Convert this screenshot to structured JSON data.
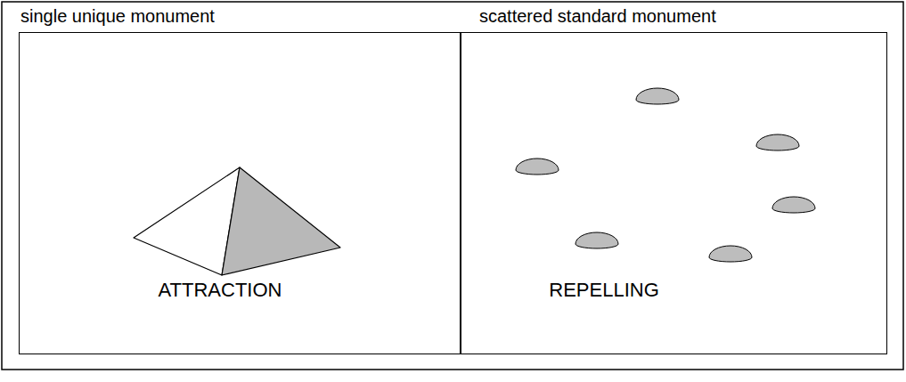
{
  "diagram": {
    "nodes": [
      {
        "text": [
          "single unique monument",
          "ATTRACTION"
        ]
      },
      {
        "text": [
          "scattered standard monument",
          "REPELLING"
        ]
      }
    ]
  }
}
